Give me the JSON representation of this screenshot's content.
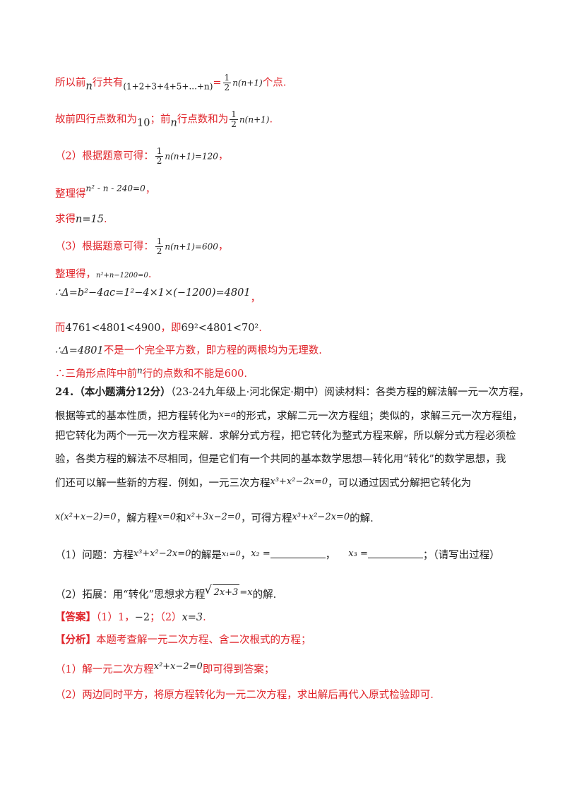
{
  "solution_part1": {
    "l1_a": "所以前",
    "l1_n": "n",
    "l1_b": "行共有",
    "l1_sum": "(1+2+3+4+5+...+n)",
    "l1_eq": "=",
    "l1_frac_num": "1",
    "l1_frac_den": "2",
    "l1_expr": "n(n+1)",
    "l1_c": "个点.",
    "l2_a": "故前四行点数和为",
    "l2_val": "10",
    "l2_b": "；前",
    "l2_n": "n",
    "l2_c": "行点数和为",
    "l2_frac_num": "1",
    "l2_frac_den": "2",
    "l2_expr": "n(n+1)",
    "l2_d": "."
  },
  "solution_part2": {
    "l3_a": "（2）根据题意可得：",
    "l3_frac_num": "1",
    "l3_frac_den": "2",
    "l3_expr": "n(n+1)=120",
    "l3_b": "，",
    "l4_a": "整理得",
    "l4_expr": "n² - n - 240=0",
    "l4_b": "，",
    "l5_a": "求得",
    "l5_expr": "n=15",
    "l5_b": "."
  },
  "solution_part3": {
    "l6_a": "（3）根据题意可得：",
    "l6_frac_num": "1",
    "l6_frac_den": "2",
    "l6_expr": "n(n+1)=600",
    "l6_b": "，",
    "l7_a": "整理得，",
    "l7_expr": "n²+n−1200=0",
    "l7_b": ".",
    "l8_expr": "∴Δ=b²−4ac=1²−4×1×(−1200)=4801",
    "l8_b": "，",
    "l9_a": "而",
    "l9_expr1": "4761<4801<4900",
    "l9_b": "，即",
    "l9_expr2": "69²<4801<70²",
    "l9_c": ".",
    "l10_expr": "∴Δ=4801",
    "l10_b": "不是一个完全平方数，即方程的两根均为无理数.",
    "l11_a": "∴三角形点阵中前",
    "l11_n": "n",
    "l11_b": "行的点数和不能是600."
  },
  "question24": {
    "num": "24．（本小题满分12分）",
    "source": "（23-24九年级上·河北保定·期中）",
    "p1": "阅读材料：各类方程的解法解一元一次方程，",
    "p2_a": "根据等式的基本性质，把方程转化为",
    "p2_expr": "x=a",
    "p2_b": "的形式，求解二元一次方程组；类似的，求解三元一次方程组，",
    "p3": "把它转化为两个一元一次方程来解．求解分式方程，把它转化为整式方程来解，所以解分式方程必须检",
    "p4": "验，各类方程的解法不尽相同，但是它们有一个共同的基本数学思想—转化用“转化”的数学思想，我",
    "p5_a": "们还可以解一些新的方程．例如，一元三次方程",
    "p5_expr": "x³+x²−2x=0",
    "p5_b": "，可以通过因式分解把它转化为",
    "p6_expr1": "x(x²+x−2)=0",
    "p6_a": "，解方程",
    "p6_expr2": "x=0",
    "p6_b": "和",
    "p6_expr3": "x²+3x−2=0",
    "p6_c": "，可得方程",
    "p6_expr4": "x³+x²−2x=0",
    "p6_d": "的解.",
    "q1_a": "（1）问题：方程",
    "q1_expr": "x³+x²−2x=0",
    "q1_b": "的解是",
    "q1_x1": "x₁=0",
    "q1_c": "，",
    "q1_x2": "x₂ =",
    "q1_d": "，",
    "q1_x3": "x₃ =",
    "q1_e": "；（请写出过程）",
    "q2_a": "（2）拓展：用“转化”思想求方程",
    "q2_rad": "2x+3",
    "q2_eq": "=x",
    "q2_b": "的解."
  },
  "answer": {
    "label": "【答案】",
    "a": "（1）1，",
    "val1": "−2",
    "b": "；（2）",
    "val2": "x=3",
    "c": "."
  },
  "analysis": {
    "label": "【分析】",
    "text": "本题考查解一元二次方程、含二次根式的方程；",
    "s1_a": "（1）解一元二次方程",
    "s1_expr": "x²+x−2=0",
    "s1_b": "即可得到答案；",
    "s2": "（2）两边同时平方，将原方程转化为一元二次方程，求出解后再代入原式检验即可."
  }
}
